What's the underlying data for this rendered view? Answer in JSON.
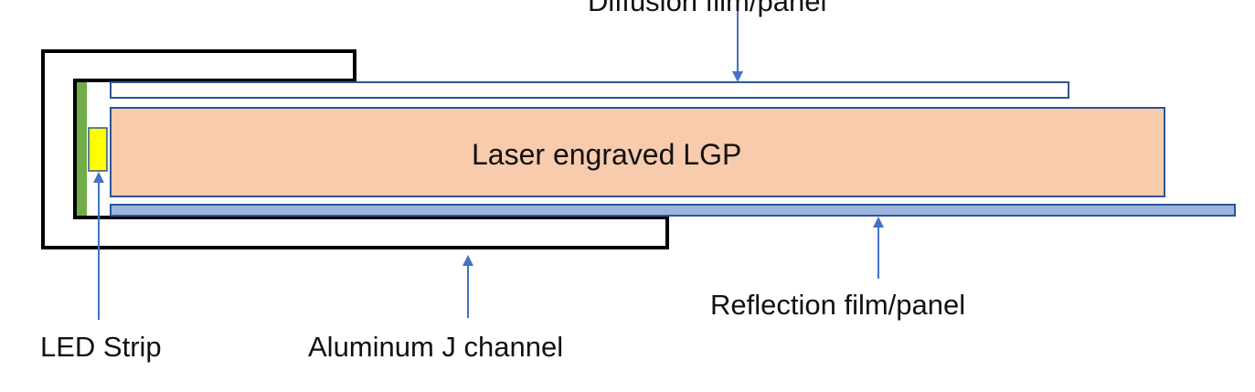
{
  "labels": {
    "diffusion": "Diffusion film/panel",
    "lgp": "Laser engraved LGP",
    "reflection": "Reflection film/panel",
    "led_strip": "LED Strip",
    "j_channel": "Aluminum J channel"
  },
  "colors": {
    "outline_black": "#000000",
    "outline_blue": "#2E5496",
    "lgp_fill": "#F8CBAD",
    "reflection_fill": "#9DB5DE",
    "led_pcb": "#70AD47",
    "led_chip": "#FFFF00",
    "arrow": "#4472C4"
  }
}
